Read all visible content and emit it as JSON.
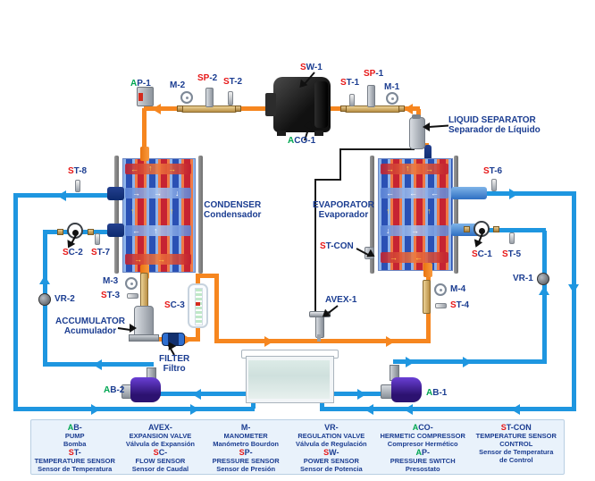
{
  "colors": {
    "refrigerant_pipe": "#f6861f",
    "water_pipe": "#1e96e0",
    "label_blue": "#1b3d91",
    "label_red": "#e61717",
    "label_green": "#00a651",
    "legend_bg": "#e9f2fb"
  },
  "labels": {
    "ap1": {
      "pre": "A",
      "rest": "P-1"
    },
    "m2": {
      "pre": "",
      "rest": "M-2"
    },
    "sp2": {
      "pre": "SP",
      "rest": "-2"
    },
    "st2": {
      "pre": "S",
      "rest": "T-2"
    },
    "sw1": {
      "pre": "S",
      "rest": "W-1"
    },
    "st1": {
      "pre": "S",
      "rest": "T-1"
    },
    "sp1": {
      "pre": "SP",
      "rest": "-1"
    },
    "m1": {
      "pre": "",
      "rest": "M-1"
    },
    "aco1": {
      "pre": "A",
      "rest": "CO-1"
    },
    "st8": {
      "pre": "S",
      "rest": "T-8"
    },
    "st6": {
      "pre": "S",
      "rest": "T-6"
    },
    "sc2": {
      "pre": "S",
      "rest": "C-2"
    },
    "st7": {
      "pre": "S",
      "rest": "T-7"
    },
    "sc1": {
      "pre": "S",
      "rest": "C-1"
    },
    "st5": {
      "pre": "S",
      "rest": "T-5"
    },
    "vr2": {
      "pre": "",
      "rest": "VR-2"
    },
    "vr1": {
      "pre": "",
      "rest": "VR-1"
    },
    "m3": {
      "pre": "",
      "rest": "M-3"
    },
    "st3": {
      "pre": "S",
      "rest": "T-3"
    },
    "sc3": {
      "pre": "S",
      "rest": "C-3"
    },
    "m4": {
      "pre": "",
      "rest": "M-4"
    },
    "st4": {
      "pre": "S",
      "rest": "T-4"
    },
    "stcon": {
      "pre": "S",
      "rest": "T-CON"
    },
    "avex1": {
      "pre": "",
      "rest": "AVEX-1"
    },
    "ab2": {
      "pre": "A",
      "rest": "B-2"
    },
    "ab1": {
      "pre": "A",
      "rest": "B-1"
    }
  },
  "components": {
    "condenser": {
      "en": "CONDENSER",
      "es": "Condensador"
    },
    "evaporator": {
      "en": "EVAPORATOR",
      "es": "Evaporador"
    },
    "liquid_separator": {
      "en": "LIQUID SEPARATOR",
      "es": "Separador de Líquido"
    },
    "accumulator": {
      "en": "ACCUMULATOR",
      "es": "Acumulador"
    },
    "filter": {
      "en": "FILTER",
      "es": "Filtro"
    }
  },
  "legend": {
    "columns": [
      {
        "entries": [
          {
            "code_pre": "A",
            "code_rest": "B-",
            "en": "PUMP",
            "es": "Bomba"
          },
          {
            "code_pre": "S",
            "code_rest": "T-",
            "en": "TEMPERATURE SENSOR",
            "es": "Sensor de Temperatura"
          }
        ]
      },
      {
        "entries": [
          {
            "code_pre": "",
            "code_rest": "AVEX-",
            "en": "EXPANSION VALVE",
            "es": "Válvula de Expansión"
          },
          {
            "code_pre": "S",
            "code_rest": "C-",
            "en": "FLOW SENSOR",
            "es": "Sensor de Caudal"
          }
        ]
      },
      {
        "entries": [
          {
            "code_pre": "",
            "code_rest": "M-",
            "en": "MANOMETER",
            "es": "Manómetro Bourdon"
          },
          {
            "code_pre": "S",
            "code_rest": "P-",
            "en": "PRESSURE SENSOR",
            "es": "Sensor de Presión"
          }
        ]
      },
      {
        "entries": [
          {
            "code_pre": "",
            "code_rest": "VR-",
            "en": "REGULATION VALVE",
            "es": "Válvula de Regulación"
          },
          {
            "code_pre": "S",
            "code_rest": "W-",
            "en": "POWER SENSOR",
            "es": "Sensor de Potencia"
          }
        ]
      },
      {
        "entries": [
          {
            "code_pre": "A",
            "code_rest": "CO-",
            "en": "HERMETIC COMPRESSOR",
            "es": "Compresor Hermético"
          },
          {
            "code_pre": "A",
            "code_rest": "P-",
            "en": "PRESSURE SWITCH",
            "es": "Presostato"
          }
        ]
      },
      {
        "entries": [
          {
            "code_pre": "S",
            "code_rest": "T-CON",
            "en": "TEMPERATURE SENSOR",
            "en2": "CONTROL",
            "es": "Sensor de Temperatura",
            "es2": "de Control"
          }
        ]
      }
    ]
  }
}
